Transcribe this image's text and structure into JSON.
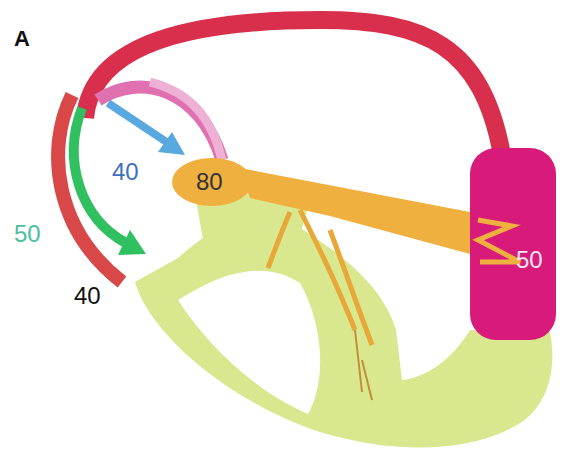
{
  "diagram": {
    "labels": [
      "A",
      "40",
      "80",
      "50",
      "50",
      "40"
    ]
  }
}
